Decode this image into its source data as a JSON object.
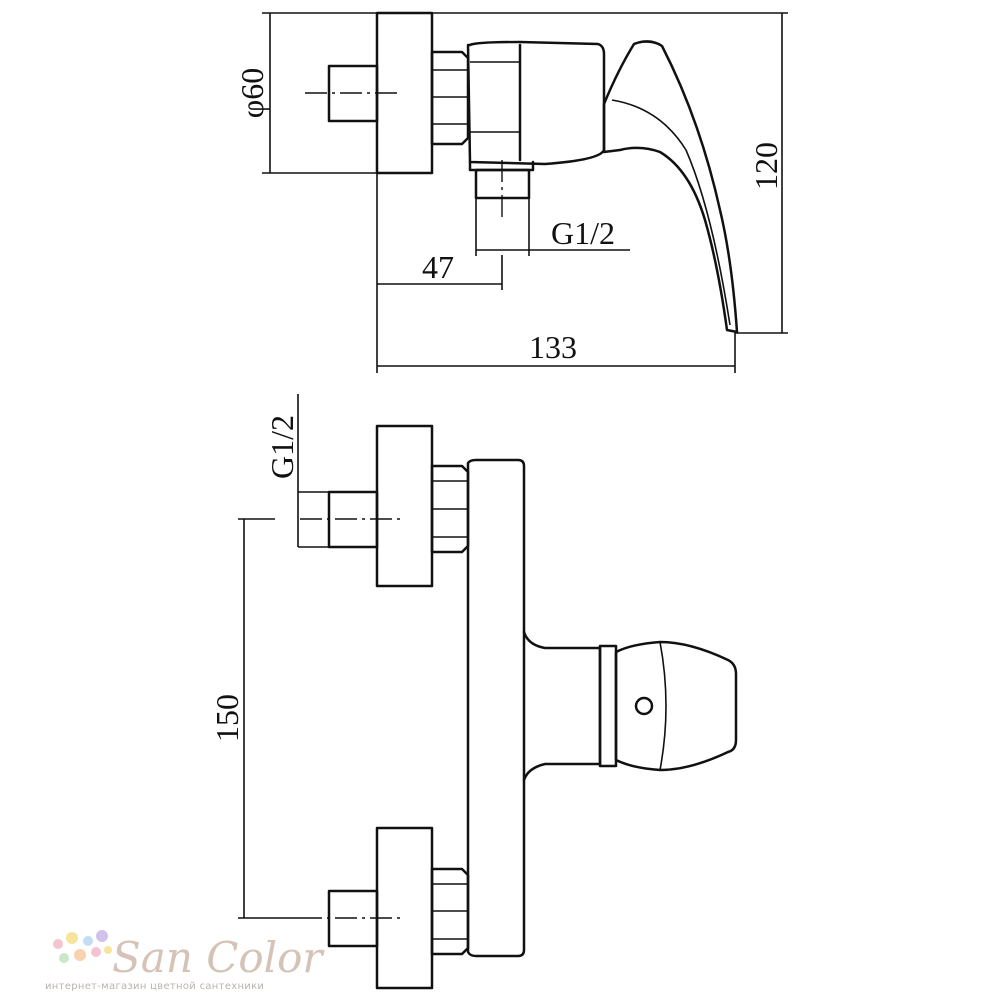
{
  "dimensions": {
    "diameter": "φ60",
    "height": "120",
    "thread_top": "G1/2",
    "offset": "47",
    "length": "133",
    "thread_front": "G1/2",
    "spacing": "150"
  },
  "watermark": {
    "brand": "San Color",
    "tagline": "интернет-магазин цветной сантехники",
    "dot_colors": [
      "#f5b8c8",
      "#f3e08a",
      "#b9d8f0",
      "#c9b6ea",
      "#bfe3c0",
      "#f7c9a0"
    ]
  }
}
